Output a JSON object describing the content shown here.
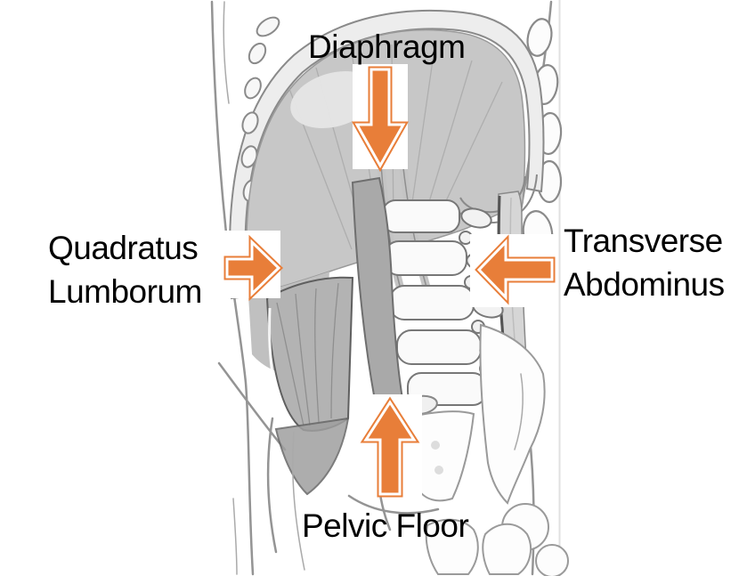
{
  "figure": {
    "type": "anatomical-diagram",
    "subject": "Deep core muscles of the trunk shown on a grayscale cutaway illustration of the rib cage, lumbar spine and pelvis"
  },
  "labels": {
    "diaphragm": {
      "text": "Diaphragm",
      "arrow_direction": "down"
    },
    "quadratus_lumborum": {
      "line1": "Quadratus",
      "line2": "Lumborum",
      "arrow_direction": "right"
    },
    "transverse_abdominus": {
      "line1": "Transverse",
      "line2": "Abdominus",
      "arrow_direction": "left"
    },
    "pelvic_floor": {
      "text": "Pelvic Floor",
      "arrow_direction": "up"
    }
  },
  "illustration": {
    "parts": [
      "body-contour",
      "rib-cage-band",
      "left-rib-stubs",
      "right-rib-hooks",
      "diaphragm-dome",
      "lumbar-vertebrae",
      "psoas-muscle",
      "quadratus-lumborum-muscle",
      "transverse-abdominus-cut-edge",
      "sacrum",
      "pelvis-bones"
    ]
  },
  "colors": {
    "arrow_fill": "#E87E39",
    "arrow_inline": "#FFFFFF",
    "label_text": "#000000",
    "sketch_line": "#949494",
    "dome_shade": "#C7C7C7",
    "muscle_shade": "#B3B3B3",
    "background": "#FFFFFF"
  }
}
